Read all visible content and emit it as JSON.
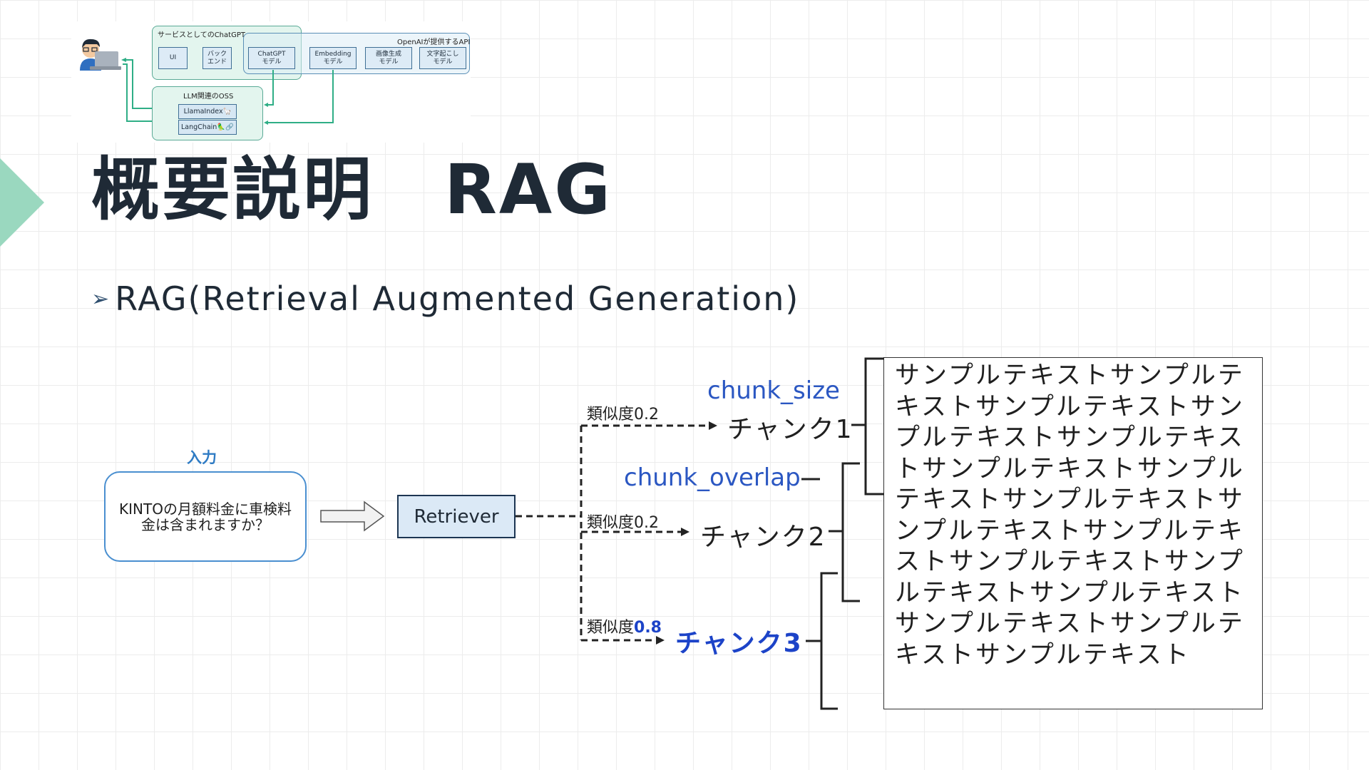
{
  "slide": {
    "title": "概要説明　RAG",
    "bullet": "RAG(Retrieval Augmented Generation)"
  },
  "thumbnail": {
    "service_group": "サービスとしてのChatGPT",
    "api_group": "OpenAIが提供するAPI",
    "oss_group": "LLM関連のOSS",
    "ui": "UI",
    "backend_1": "バック",
    "backend_2": "エンド",
    "chatgpt_1": "ChatGPT",
    "chatgpt_2": "モデル",
    "embedding_1": "Embedding",
    "embedding_2": "モデル",
    "image_1": "画像生成",
    "image_2": "モデル",
    "whisper_1": "文字起こし",
    "whisper_2": "モデル",
    "llamaindex": "LlamaIndex🦙",
    "langchain": "LangChain🦜🔗"
  },
  "diagram": {
    "input_label": "入力",
    "input_text": "KINTOの月額料金に車検料金は含まれますか？",
    "retriever": "Retriever",
    "similarity_prefix": "類似度",
    "sim1": "0.2",
    "sim2": "0.2",
    "sim3": "0.8",
    "chunk1": "チャンク1",
    "chunk2": "チャンク2",
    "chunk3": "チャンク3",
    "chunk_size": "chunk_size",
    "chunk_overlap": "chunk_overlap",
    "document_text": "サンプルテキストサンプルテキストサンプルテキストサンプルテキストサンプルテキストサンプルテキストサンプルテキストサンプルテキストサンプルテキストサンプルテキストサンプルテキストサンプルテキストサンプルテキストサンプルテキストサンプルテキストサンプルテキスト"
  },
  "colors": {
    "accent_green": "#9ad8bf",
    "highlight_blue": "#1c43c8",
    "param_blue": "#2b57c2",
    "input_border": "#4a8fd0"
  }
}
